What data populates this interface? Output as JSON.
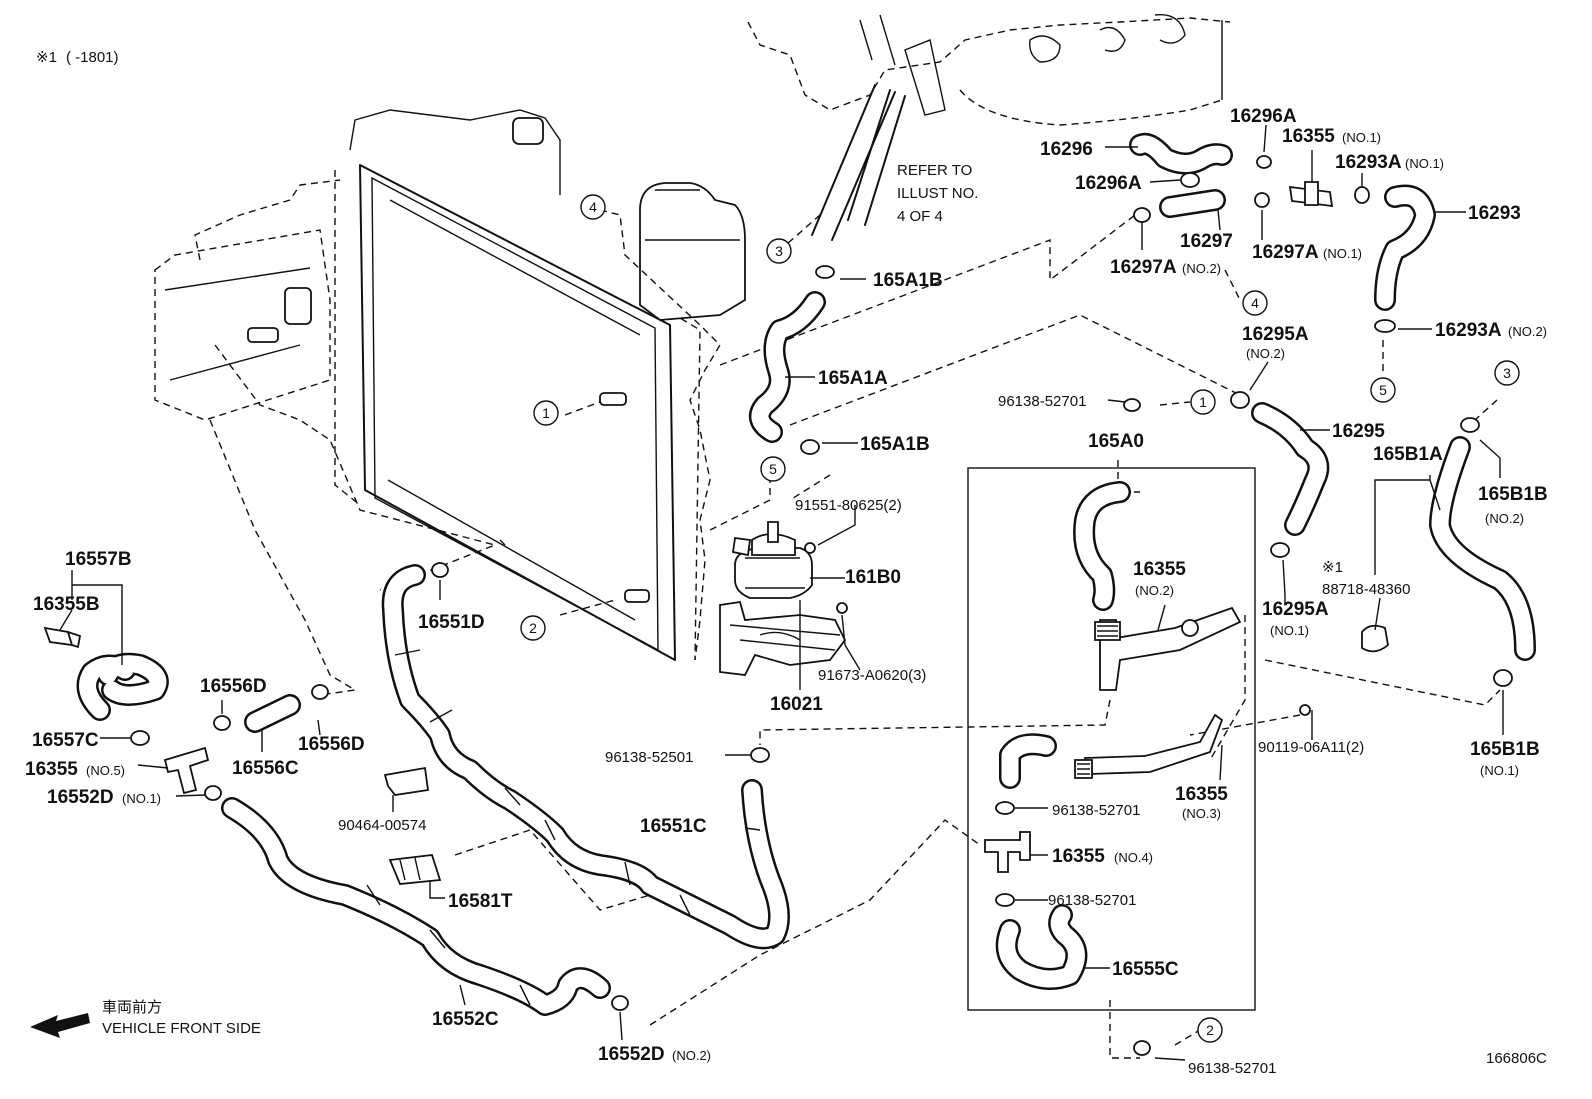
{
  "header": {
    "note_symbol": "※1",
    "note_range": "( -1801)"
  },
  "refer": {
    "line1": "REFER TO",
    "line2": "ILLUST NO.",
    "line3": "4 OF 4"
  },
  "direction": {
    "japanese": "車両前方",
    "english": "VEHICLE FRONT SIDE"
  },
  "illustration_code": "166806C",
  "callouts": [
    "1",
    "2",
    "3",
    "4",
    "5"
  ],
  "parts": {
    "p16296": "16296",
    "p16296A_top": "16296A",
    "p16296A": "16296A",
    "p16355_no1": "16355",
    "p16355_no1_sub": "(NO.1)",
    "p16293A_no1": "16293A",
    "p16293A_no1_sub": "(NO.1)",
    "p16293": "16293",
    "p16297": "16297",
    "p16297A_no1": "16297A",
    "p16297A_no1_sub": "(NO.1)",
    "p16297A_no2": "16297A",
    "p16297A_no2_sub": "(NO.2)",
    "p16293A_no2": "16293A",
    "p16293A_no2_sub": "(NO.2)",
    "p16295A_no2": "16295A",
    "p16295A_no2_sub": "(NO.2)",
    "p165A1B_top": "165A1B",
    "p165A1A": "165A1A",
    "p165A1B": "165A1B",
    "p96138_52701_a": "96138-52701",
    "p165A0": "165A0",
    "p16295": "16295",
    "p165B1A": "165B1A",
    "p165B1B_no2": "165B1B",
    "p165B1B_no2_sub": "(NO.2)",
    "p91551": "91551-80625(2)",
    "p161B0": "161B0",
    "p16355_no2": "16355",
    "p16355_no2_sub": "(NO.2)",
    "p16295A_no1": "16295A",
    "p16295A_no1_sub": "(NO.1)",
    "p88718_mark": "※1",
    "p88718": "88718-48360",
    "p91673": "91673-A0620(3)",
    "p16021": "16021",
    "p90119": "90119-06A11(2)",
    "p165B1B_no1": "165B1B",
    "p165B1B_no1_sub": "(NO.1)",
    "p16557B": "16557B",
    "p16355B": "16355B",
    "p16551D": "16551D",
    "p16556D_a": "16556D",
    "p16556D_b": "16556D",
    "p16556C": "16556C",
    "p16557C": "16557C",
    "p16355_no5": "16355",
    "p16355_no5_sub": "(NO.5)",
    "p16552D_no1": "16552D",
    "p16552D_no1_sub": "(NO.1)",
    "p96138_52501": "96138-52501",
    "p16355_no3": "16355",
    "p16355_no3_sub": "(NO.3)",
    "p90464": "90464-00574",
    "p16551C": "16551C",
    "p96138_52701_b": "96138-52701",
    "p16355_no4": "16355",
    "p16355_no4_sub": "(NO.4)",
    "p96138_52701_c": "96138-52701",
    "p16581T": "16581T",
    "p16555C": "16555C",
    "p16552C": "16552C",
    "p16552D_no2": "16552D",
    "p16552D_no2_sub": "(NO.2)",
    "p96138_52701_d": "96138-52701"
  }
}
